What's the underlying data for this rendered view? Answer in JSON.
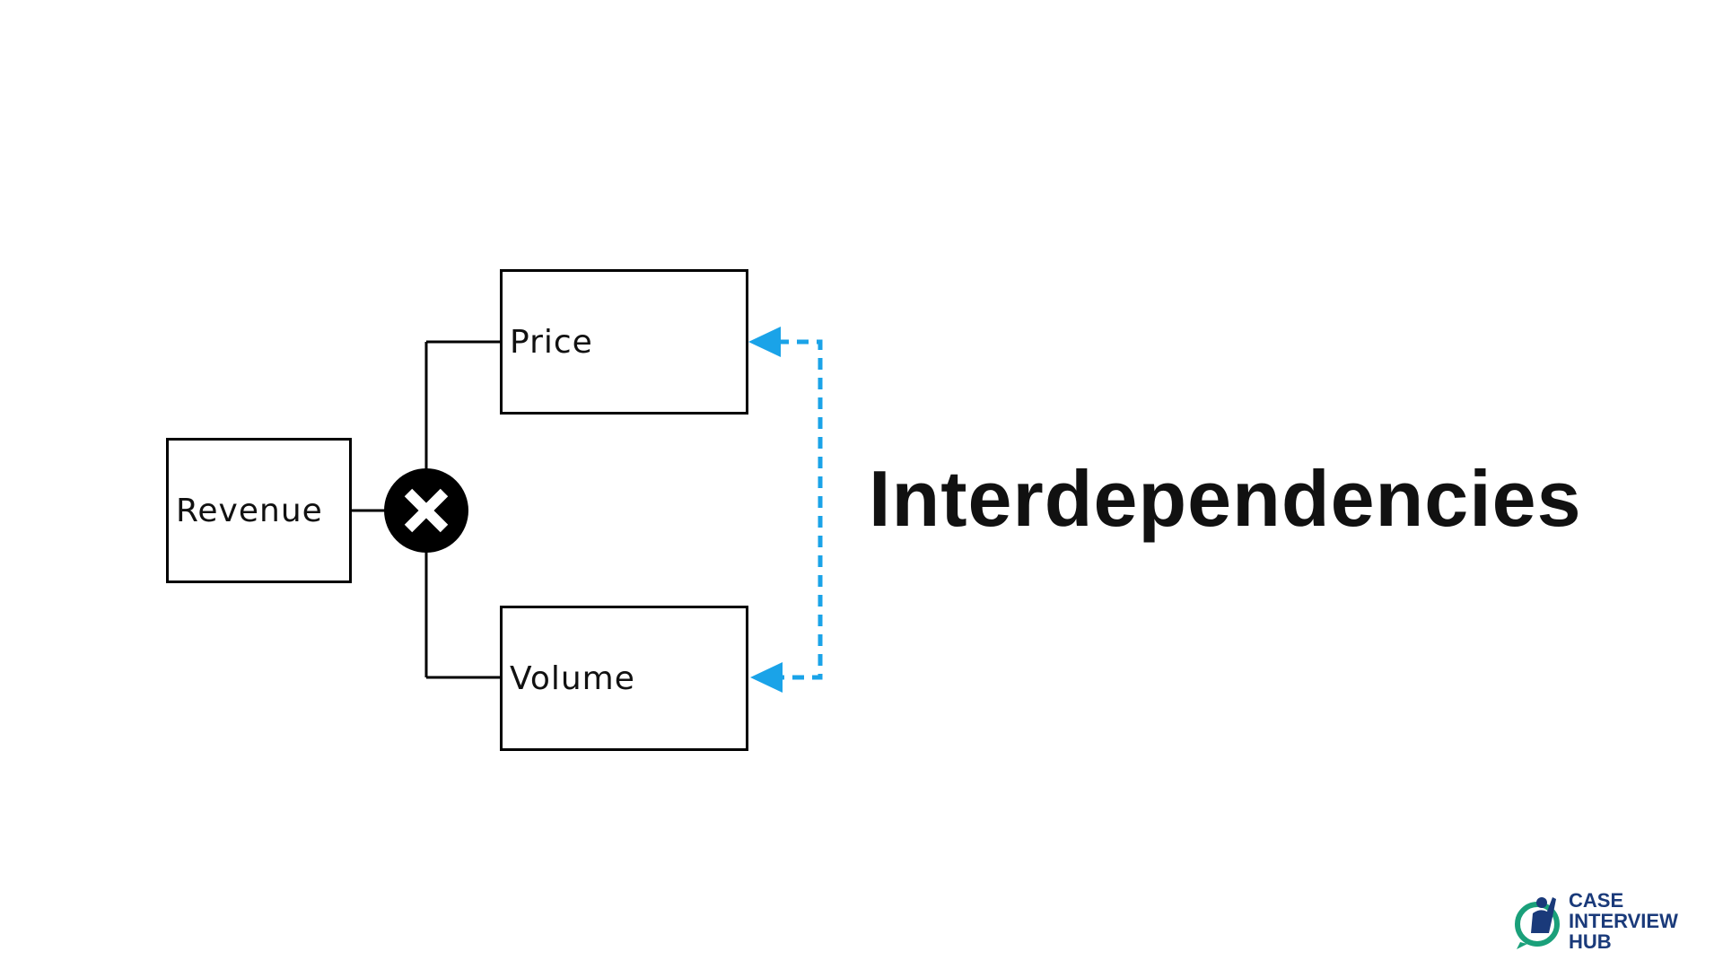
{
  "diagram": {
    "nodes": {
      "revenue": {
        "label": "Revenue"
      },
      "price": {
        "label": "Price"
      },
      "volume": {
        "label": "Volume"
      }
    },
    "operator": {
      "symbol": "×",
      "meaning": "multiply"
    },
    "relation": {
      "from": "price",
      "to": "volume",
      "style": "dashed",
      "direction": "both"
    },
    "headline": "Interdependencies"
  },
  "logo": {
    "line1": "CASE",
    "line2": "INTERVIEW",
    "line3": "HUB"
  },
  "colors": {
    "background": "#ffffff",
    "lines": "#000000",
    "operator_fill": "#000000",
    "arrow_accent": "#1aa3e8",
    "logo_navy": "#1a3a7a",
    "logo_teal": "#1aa07a"
  },
  "icons": {
    "operator": "multiply-icon",
    "logo": "case-interview-hub-logo-icon"
  }
}
